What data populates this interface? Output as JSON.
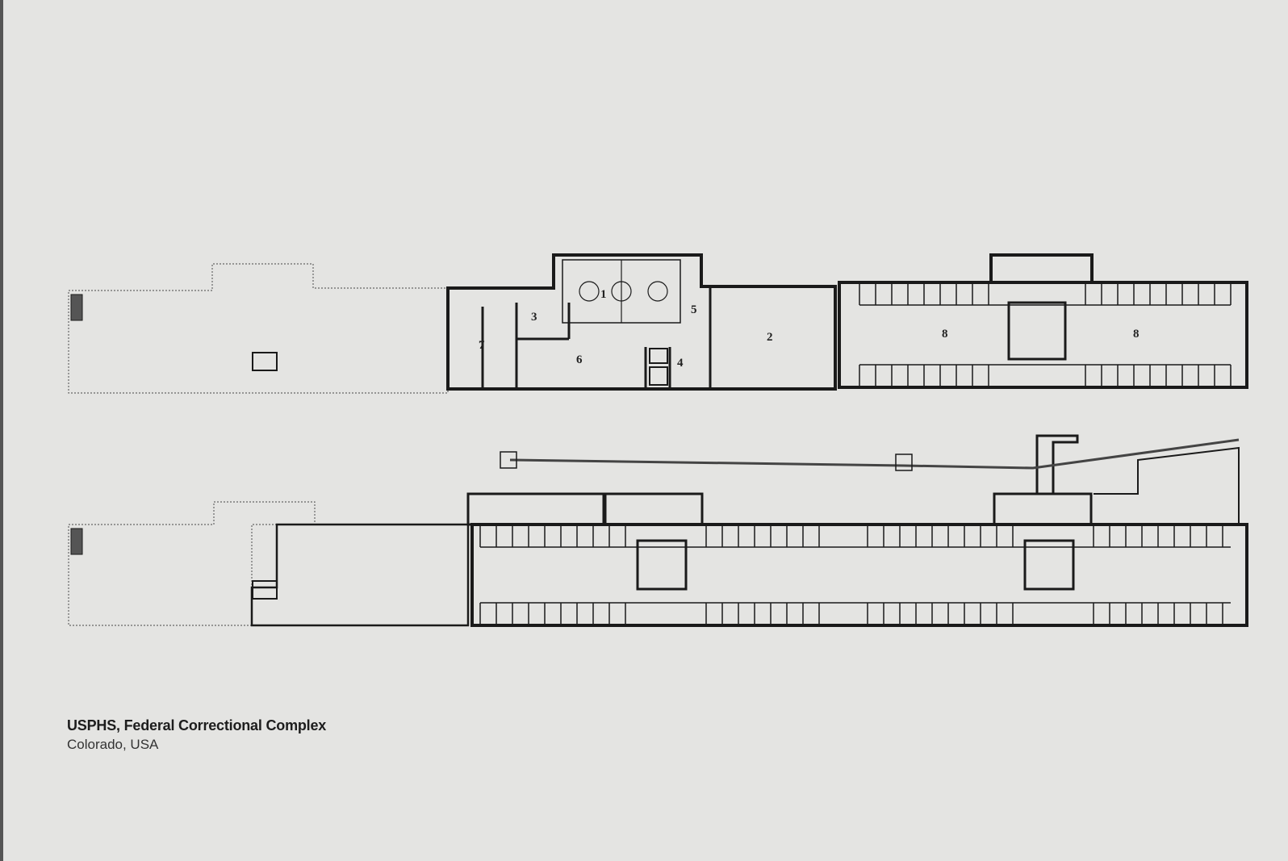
{
  "caption": {
    "title": "USPHS, Federal Correctional Complex",
    "subtitle": "Colorado, USA"
  },
  "upper_plan": {
    "room_labels": [
      "1",
      "2",
      "3",
      "4",
      "5",
      "6",
      "7",
      "8",
      "8"
    ]
  },
  "colors": {
    "paper": "#e4e4e2",
    "ink": "#1a1a1a",
    "dotted": "#666666"
  }
}
